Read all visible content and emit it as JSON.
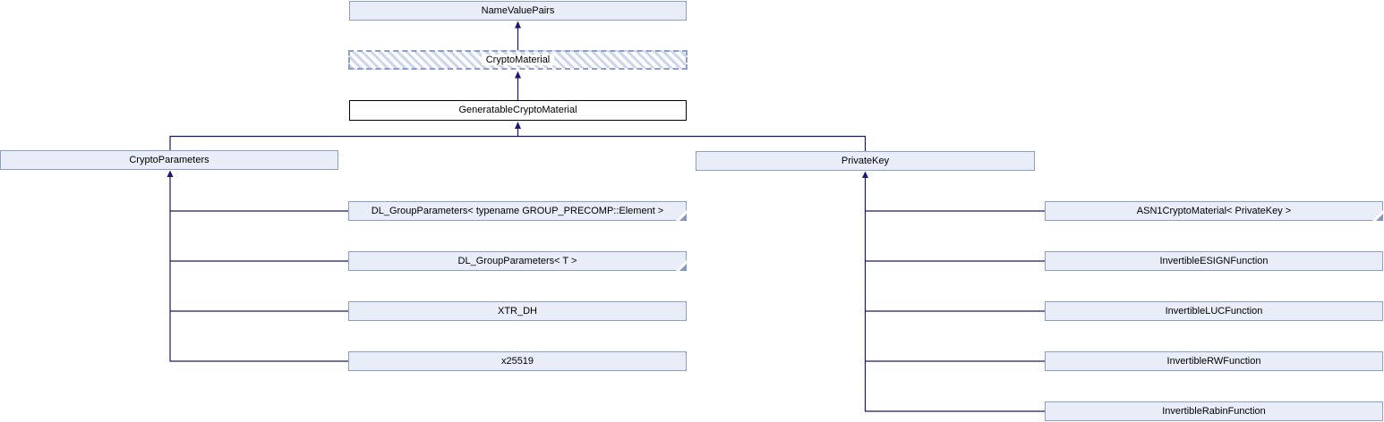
{
  "diagram": {
    "type": "class-inheritance-graph",
    "nodes": {
      "name_value_pairs": "NameValuePairs",
      "crypto_material": "CryptoMaterial",
      "generatable_crypto_material": "GeneratableCryptoMaterial",
      "crypto_parameters": "CryptoParameters",
      "private_key": "PrivateKey",
      "dl_group_parameters_precomp": "DL_GroupParameters< typename GROUP_PRECOMP::Element >",
      "dl_group_parameters_t": "DL_GroupParameters< T >",
      "xtr_dh": "XTR_DH",
      "x25519": "x25519",
      "asn1_crypto_material": "ASN1CryptoMaterial< PrivateKey >",
      "invertible_esign_function": "InvertibleESIGNFunction",
      "invertible_luc_function": "InvertibleLUCFunction",
      "invertible_rw_function": "InvertibleRWFunction",
      "invertible_rabin_function": "InvertibleRabinFunction"
    },
    "edges": [
      "CryptoMaterial -> NameValuePairs",
      "GeneratableCryptoMaterial -> CryptoMaterial",
      "CryptoParameters -> GeneratableCryptoMaterial",
      "PrivateKey -> GeneratableCryptoMaterial",
      "DL_GroupParameters< typename GROUP_PRECOMP::Element > -> CryptoParameters",
      "DL_GroupParameters< T > -> CryptoParameters",
      "XTR_DH -> CryptoParameters",
      "x25519 -> CryptoParameters",
      "ASN1CryptoMaterial< PrivateKey > -> PrivateKey",
      "InvertibleESIGNFunction -> PrivateKey",
      "InvertibleLUCFunction -> PrivateKey",
      "InvertibleRWFunction -> PrivateKey",
      "InvertibleRabinFunction -> PrivateKey"
    ],
    "colors": {
      "node_fill": "#e9edf7",
      "node_border": "#8c9fca",
      "current_node_border": "#000000",
      "current_node_fill": "#ffffff",
      "hatch_stripe": "#ccd6ec",
      "edge": "#191970",
      "text": "#000000"
    }
  }
}
